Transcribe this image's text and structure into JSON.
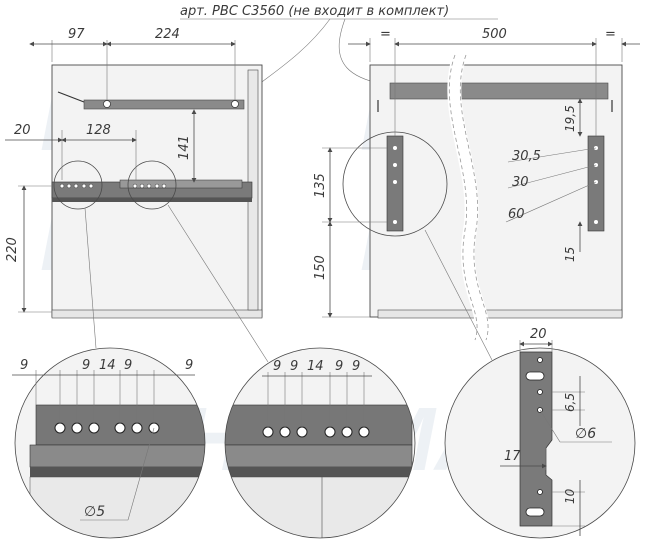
{
  "header": {
    "note": "арт. PBC C3560 (не входит в комплект)"
  },
  "watermark": {
    "text": "MAH"
  },
  "left_view": {
    "dim_top_97": "97",
    "dim_top_224": "224",
    "dim_20": "20",
    "dim_128": "128",
    "dim_141": "141",
    "dim_220": "220"
  },
  "right_view": {
    "dim_eq_left": "=",
    "dim_500": "500",
    "dim_eq_right": "=",
    "dim_19_5": "19,5",
    "dim_30_5": "30,5",
    "dim_30": "30",
    "dim_60": "60",
    "dim_15": "15",
    "dim_135": "135",
    "dim_150": "150"
  },
  "detail_a": {
    "d1": "9",
    "d2": "9",
    "d3": "14",
    "d4": "9",
    "d5": "9",
    "diameter": "∅5"
  },
  "detail_b": {
    "d1": "9",
    "d2": "9",
    "d3": "14",
    "d4": "9",
    "d5": "9"
  },
  "detail_c": {
    "width": "20",
    "d65": "6,5",
    "diameter": "∅6",
    "d17": "17",
    "d10": "10"
  },
  "colors": {
    "panel_fill": "#f3f3f3",
    "metal_dark": "#6b6b6b",
    "metal_mid": "#8a8a8a",
    "line": "#4a4a4a",
    "dash": "#999999"
  }
}
